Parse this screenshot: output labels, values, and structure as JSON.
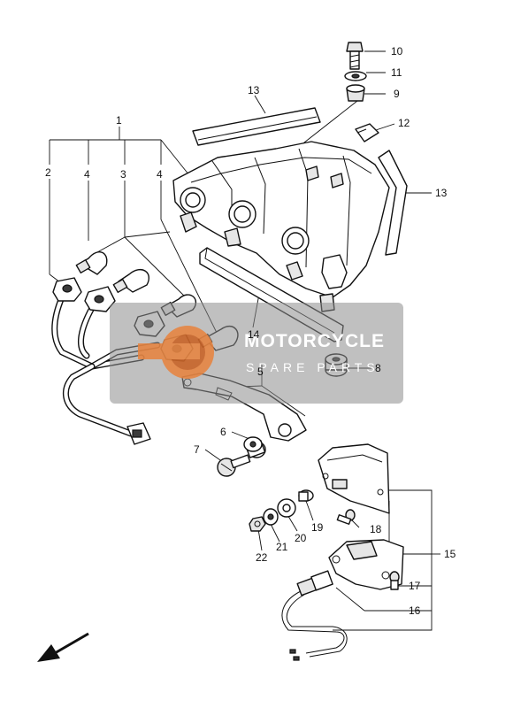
{
  "callouts": {
    "c1": "1",
    "c2": "2",
    "c3": "3",
    "c4a": "4",
    "c4b": "4",
    "c5": "5",
    "c6": "6",
    "c7": "7",
    "c8": "8",
    "c9": "9",
    "c10": "10",
    "c11": "11",
    "c12": "12",
    "c13a": "13",
    "c13b": "13",
    "c14": "14",
    "c15": "15",
    "c16": "16",
    "c17": "17",
    "c18": "18",
    "c19": "19",
    "c20": "20",
    "c21": "21",
    "c22": "22"
  },
  "watermark": {
    "title": "MOTORCYCLE",
    "subtitle": "SPARE PARTS",
    "accent_color": "#e8823c",
    "panel_color": "#8c8c8c"
  },
  "direction_indicator": {
    "icon": "front-direction-arrow-icon"
  }
}
